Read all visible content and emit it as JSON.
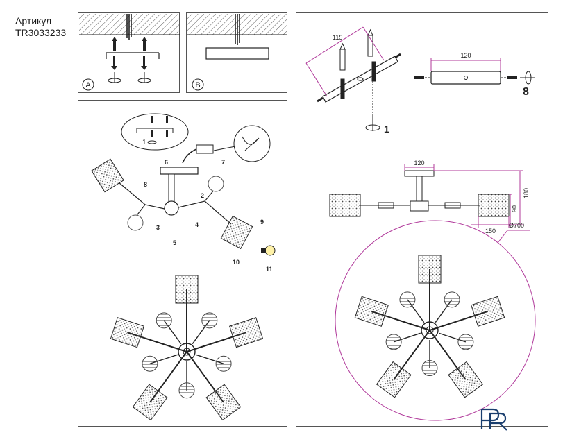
{
  "header": {
    "article_label": "Артикул",
    "article_number": "TR3033233"
  },
  "panel_a": {
    "label": "A"
  },
  "panel_b": {
    "label": "B"
  },
  "mount_panel": {
    "dim_bracket": "115",
    "dim_plate": "120",
    "step_rotate": "1",
    "step_screw": "8"
  },
  "assembly_panel": {
    "step_rotate": "1",
    "parts": [
      "2",
      "3",
      "4",
      "5",
      "6",
      "7",
      "8",
      "9",
      "10",
      "11"
    ]
  },
  "dimensions_panel": {
    "width": "120",
    "height_total": "180",
    "height_arm": "90",
    "shade_len": "150",
    "diameter": "Ø700"
  },
  "colors": {
    "dimension_line": "#b0389a",
    "line": "#222222"
  },
  "logo": {
    "text": "PR"
  }
}
